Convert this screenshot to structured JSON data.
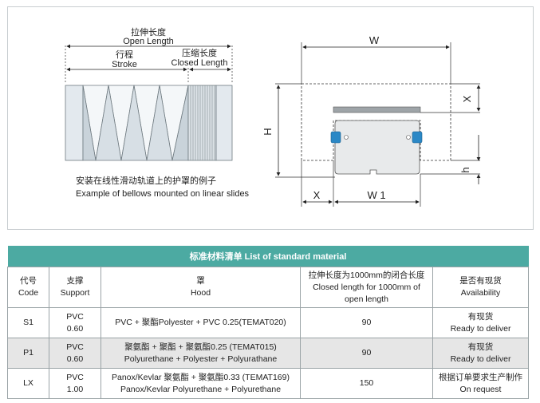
{
  "bellows_diagram": {
    "open_length_zh": "拉伸长度",
    "open_length_en": "Open Length",
    "stroke_zh": "行程",
    "stroke_en": "Stroke",
    "closed_length_zh": "压缩长度",
    "closed_length_en": "Closed Length",
    "caption_zh": "安装在线性滑动轨道上的护罩的例子",
    "caption_en": "Example of bellows mounted on linear slides"
  },
  "section_diagram": {
    "w_label": "W",
    "w1_label": "W 1",
    "h_label": "H",
    "x_label_bottom": "X",
    "x_label_right": "X",
    "h_small_label": "h"
  },
  "colors": {
    "table_header_bg": "#4caaa2",
    "seal_blue": "#2b88c6",
    "alt_row_bg": "#e6e6e6"
  },
  "table": {
    "title": "标准材料清单 List of standard material",
    "headers": [
      [
        "代号",
        "Code"
      ],
      [
        "支撑",
        "Support"
      ],
      [
        "罩",
        "Hood"
      ],
      [
        "拉伸长度为1000mm的闭合长度",
        "Closed length for 1000mm of",
        "open length"
      ],
      [
        "是否有现货",
        "Availability"
      ]
    ],
    "rows": [
      {
        "code": "S1",
        "support": [
          "PVC",
          "0.60"
        ],
        "hood": [
          "PVC + 聚酯Polyester + PVC 0.25(TEMAT020)"
        ],
        "closed_length": "90",
        "availability": [
          "有现货",
          "Ready to deliver"
        ]
      },
      {
        "code": "P1",
        "support": [
          "PVC",
          "0.60"
        ],
        "hood": [
          "聚氨酯 + 聚酯  + 聚氨酯0.25 (TEMAT015)",
          "Polyurethane + Polyester + Polyurathane"
        ],
        "closed_length": "90",
        "availability": [
          "有现货",
          "Ready to deliver"
        ]
      },
      {
        "code": "LX",
        "support": [
          "PVC",
          "1.00"
        ],
        "hood": [
          "Panox/Kevlar 聚氨酯 + 聚氨酯0.33 (TEMAT169)",
          "Panox/Kevlar Polyurethane + Polyurethane"
        ],
        "closed_length": "150",
        "availability": [
          "根据订单要求生产制作",
          "On request"
        ]
      }
    ]
  }
}
